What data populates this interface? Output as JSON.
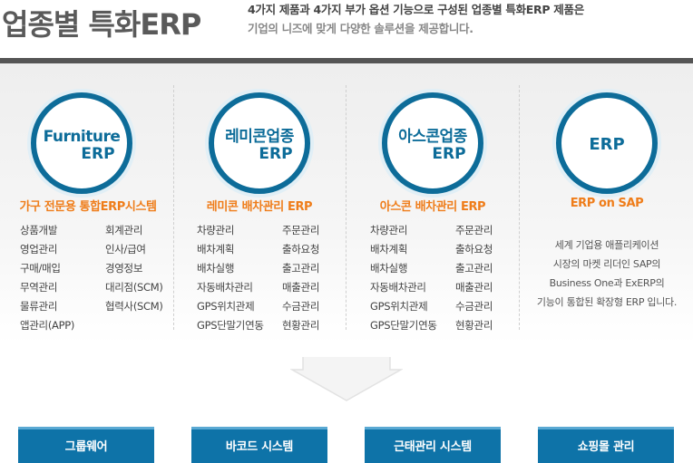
{
  "header": {
    "title": "업종별 특화ERP",
    "subtitle1": "4가지 제품과 4가지 부가 옵션 기능으로 구성된 업종별 특화ERP 제품은",
    "subtitle2": "기업의 니즈에 맞게 다양한 솔루션을 제공합니다."
  },
  "products": [
    {
      "badge_line1": "Furniture",
      "badge_line2": "ERP",
      "title": "가구 전문용 통합ERP시스템",
      "features": [
        "상품개발",
        "회계관리",
        "영업관리",
        "인사/급여",
        "구매/매입",
        "경영정보",
        "무역관리",
        "대리점(SCM)",
        "물류관리",
        "협력사(SCM)",
        "앱관리(APP)",
        ""
      ]
    },
    {
      "badge_line1": "레미콘업종",
      "badge_line2": "ERP",
      "title": "레미콘 배차관리 ERP",
      "features": [
        "차량관리",
        "주문관리",
        "배차계획",
        "출하요청",
        "배차실행",
        "출고관리",
        "자동배차관리",
        "매출관리",
        "GPS위치관제",
        "수금관리",
        "GPS단말기연동",
        "현황관리"
      ]
    },
    {
      "badge_line1": "아스콘업종",
      "badge_line2": "ERP",
      "title": "아스콘 배차관리 ERP",
      "features": [
        "차량관리",
        "주문관리",
        "배차계획",
        "출하요청",
        "배차실행",
        "출고관리",
        "자동배차관리",
        "매출관리",
        "GPS위치관제",
        "수금관리",
        "GPS단말기연동",
        "현황관리"
      ]
    },
    {
      "badge_line1": "ERP",
      "title": "ERP on SAP",
      "description": [
        "세계 기업용 애플리케이션",
        "시장의 마켓 리더인 SAP의",
        "Business One과 ExERP의",
        "기능이 통합된 확장형 ERP 입니다."
      ]
    }
  ],
  "options": [
    "그룹웨어",
    "바코드 시스템",
    "근태관리 시스템",
    "쇼핑몰 관리"
  ],
  "colors": {
    "accent_blue": "#0d6c99",
    "accent_orange": "#ef7d1a",
    "button_blue": "#0e73a8"
  }
}
